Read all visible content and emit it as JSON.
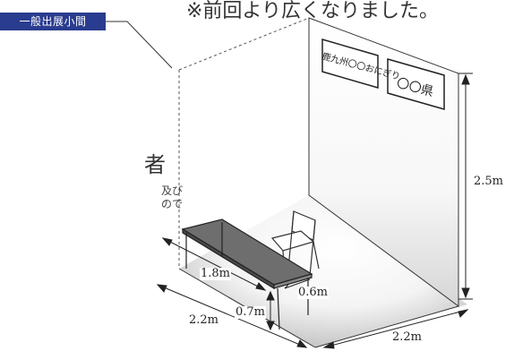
{
  "header": {
    "badge_label": "一般出展小間",
    "note": "※前回より広くなりました。"
  },
  "cutoff_text": {
    "heading_fragment": "者",
    "line1_fragment": "及び",
    "line2_fragment": "ので"
  },
  "booth": {
    "sign_left": "鹿九州〇〇おにぎり",
    "sign_right": "〇〇県"
  },
  "dimensions": {
    "table_length": "1.8m",
    "table_depth": "0.6m",
    "table_height": "0.7m",
    "booth_width_left": "2.2m",
    "booth_width_right": "2.2m",
    "booth_height": "2.5m"
  },
  "colors": {
    "badge": "#2a3c8f",
    "table_top": "#6e6e6e",
    "wall_shadow": "#bdbdbd"
  }
}
